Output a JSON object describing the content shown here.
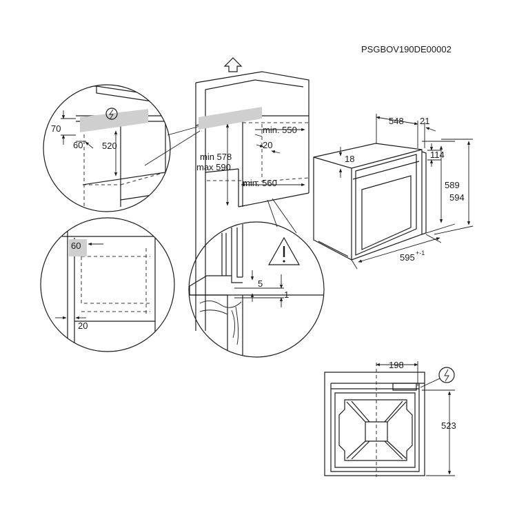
{
  "document_code": "PSGBOV190DE00002",
  "detail_top": {
    "d70": "70",
    "d60": "60",
    "d520": "520"
  },
  "detail_left": {
    "d60": "60",
    "d20": "20"
  },
  "cabinet": {
    "min_height": "min 578",
    "max_height": "max 590",
    "min_depth": "min. 550",
    "min_width": "min. 560",
    "vent_gap": "20"
  },
  "detail_bottom": {
    "d5": "5",
    "d1": "1"
  },
  "oven": {
    "depth": "548",
    "front": "21",
    "panel": "114",
    "top_offset": "18",
    "height_body": "589",
    "height_total": "594",
    "width": "595",
    "width_tol": "+-1"
  },
  "rear": {
    "socket_offset": "198",
    "socket_height": "523"
  },
  "icons": [
    "electric-connection-icon",
    "warning-triangle-icon",
    "up-arrow-icon"
  ]
}
